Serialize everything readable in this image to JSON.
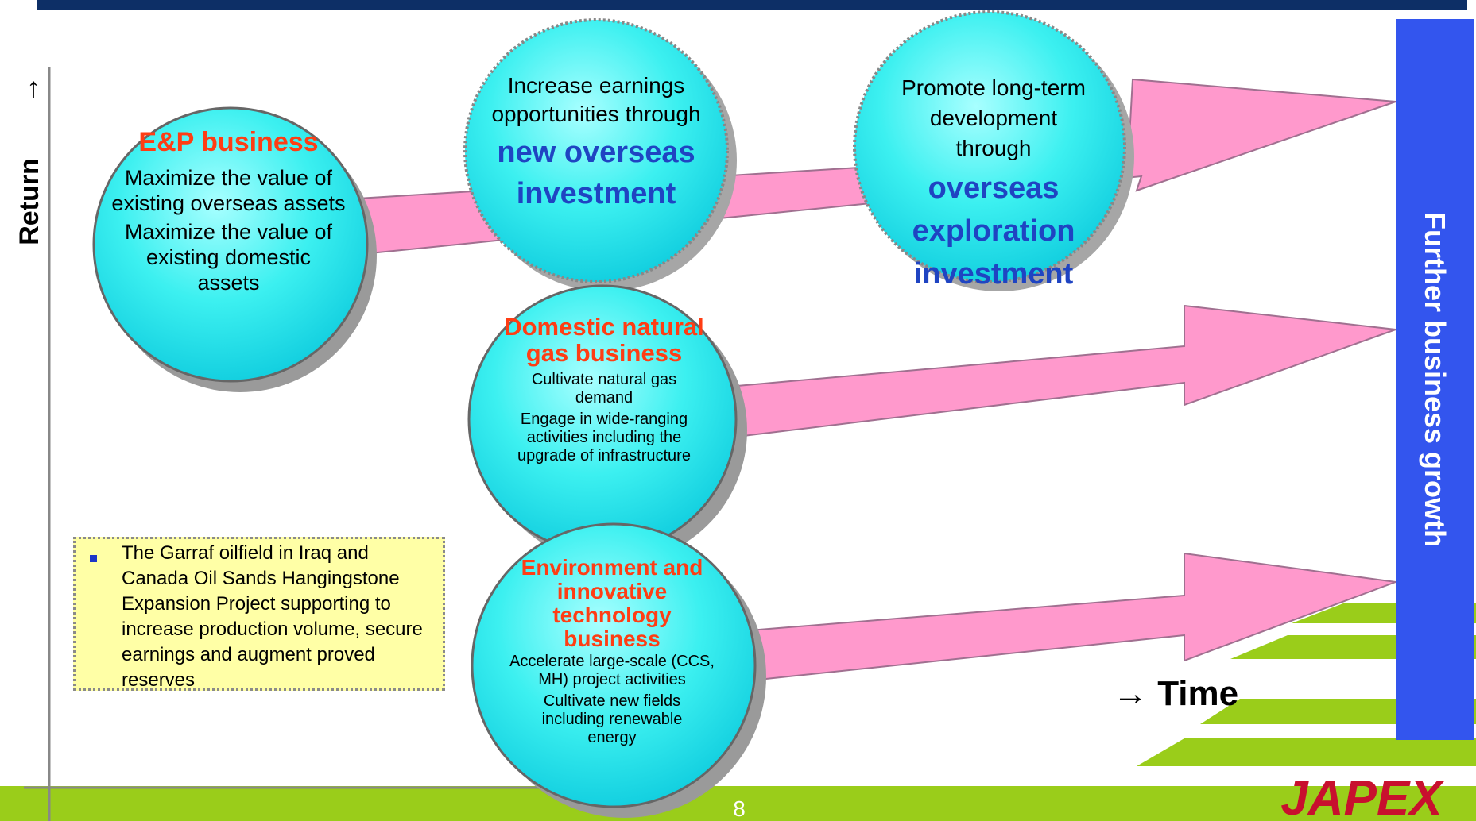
{
  "axes": {
    "y_label": "Return",
    "y_arrow": "→",
    "x_label": "→   Time"
  },
  "circles": {
    "ep": {
      "title": "E&P business",
      "line1": "Maximize the value of existing overseas assets",
      "line2": "Maximize the value of existing domestic assets"
    },
    "new_investment": {
      "pre": "Increase earnings opportunities through",
      "emphasis": "new overseas investment"
    },
    "exploration": {
      "pre": "Promote long-term development through",
      "emphasis": "overseas exploration investment"
    },
    "gas": {
      "title": "Domestic natural gas business",
      "line1": "Cultivate natural gas demand",
      "line2": "Engage in wide-ranging activities including the upgrade of infrastructure"
    },
    "environment": {
      "title": "Environment and innovative technology business",
      "line1": "Accelerate large-scale (CCS, MH) project activities",
      "line2": "Cultivate new fields including renewable energy"
    }
  },
  "note": "The Garraf oilfield in Iraq and Canada Oil Sands Hangingstone Expansion Project supporting to increase production volume, secure earnings and augment proved reserves",
  "growth_label": "Further business growth",
  "page_number": "8",
  "logo_text": "JAPEX",
  "colors": {
    "circle_fill": "#2eeeee",
    "arrow_fill": "#ff99cc",
    "title_orange": "#ff3d14",
    "emphasis_blue": "#1f44c2",
    "growth_bar": "#3355ee",
    "bottom_band": "#9acd1a",
    "top_bar": "#0d2f66",
    "note_bg": "#ffffa6"
  }
}
